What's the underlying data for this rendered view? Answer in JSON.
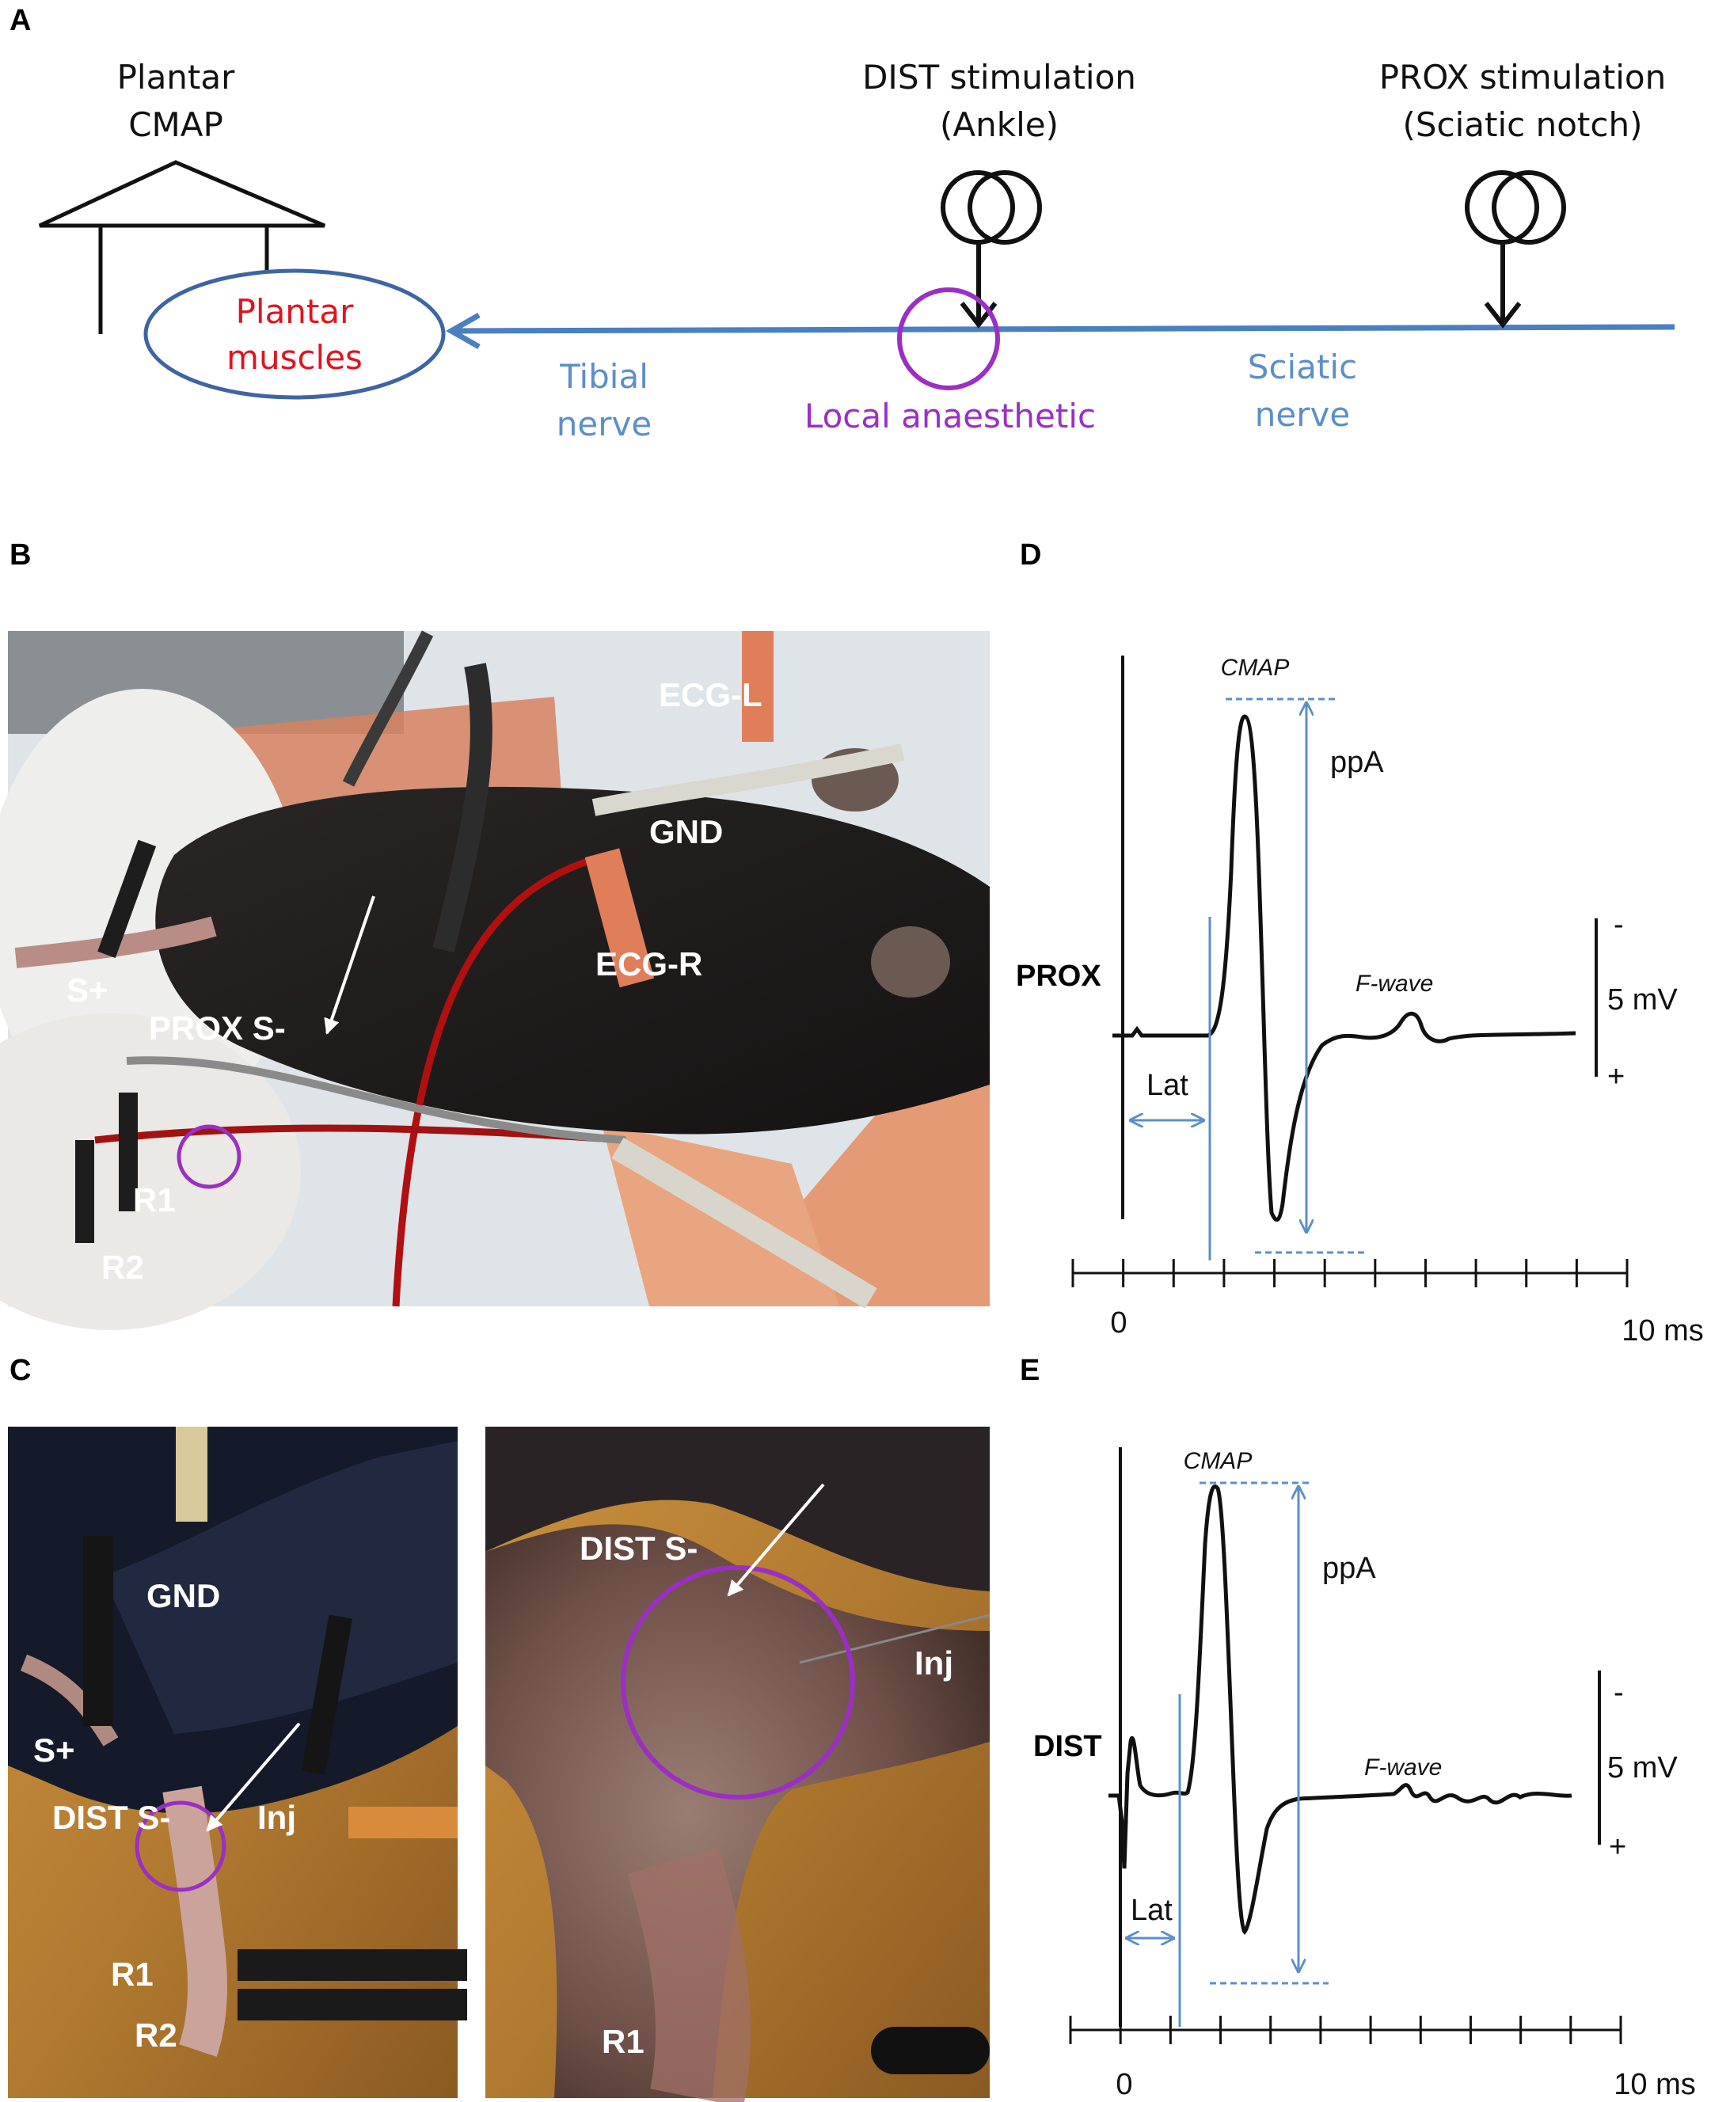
{
  "panels": {
    "a": "A",
    "b": "B",
    "c": "C",
    "d": "D",
    "e": "E"
  },
  "schematic": {
    "plantar_cmap": [
      "Plantar",
      "CMAP"
    ],
    "plantar_muscles": [
      "Plantar",
      "muscles"
    ],
    "dist_stim": [
      "DIST stimulation",
      "(Ankle)"
    ],
    "prox_stim": [
      "PROX stimulation",
      "(Sciatic notch)"
    ],
    "tibial_nerve": [
      "Tibial",
      "nerve"
    ],
    "sciatic_nerve": [
      "Sciatic",
      "nerve"
    ],
    "local_anaesthetic": "Local anaesthetic"
  },
  "photo_b": {
    "ecg_l": "ECG-L",
    "gnd": "GND",
    "ecg_r": "ECG-R",
    "s_plus": "S+",
    "prox_s_minus": "PROX S-",
    "r1": "R1",
    "r2": "R2"
  },
  "photo_c_left": {
    "gnd": "GND",
    "s_plus": "S+",
    "dist_s_minus": "DIST S-",
    "inj": "Inj",
    "r1": "R1",
    "r2": "R2"
  },
  "photo_c_right": {
    "dist_s_minus": "DIST S-",
    "inj": "Inj",
    "r1": "R1"
  },
  "trace_d": {
    "label": "PROX",
    "cmap": "CMAP",
    "ppa": "ppA",
    "fwave": "F-wave",
    "lat": "Lat",
    "scale": "5 mV",
    "minus": "-",
    "plus": "+",
    "x0": "0",
    "xend": "10 ms"
  },
  "trace_e": {
    "label": "DIST",
    "cmap": "CMAP",
    "ppa": "ppA",
    "fwave": "F-wave",
    "lat": "Lat",
    "scale": "5 mV",
    "minus": "-",
    "plus": "+",
    "x0": "0",
    "xend": "10 ms"
  },
  "colors": {
    "nerve": "#4a7fc1",
    "purple": "#9b2fc4",
    "red": "#e0141e",
    "annot_blue": "#5b8fc9"
  }
}
